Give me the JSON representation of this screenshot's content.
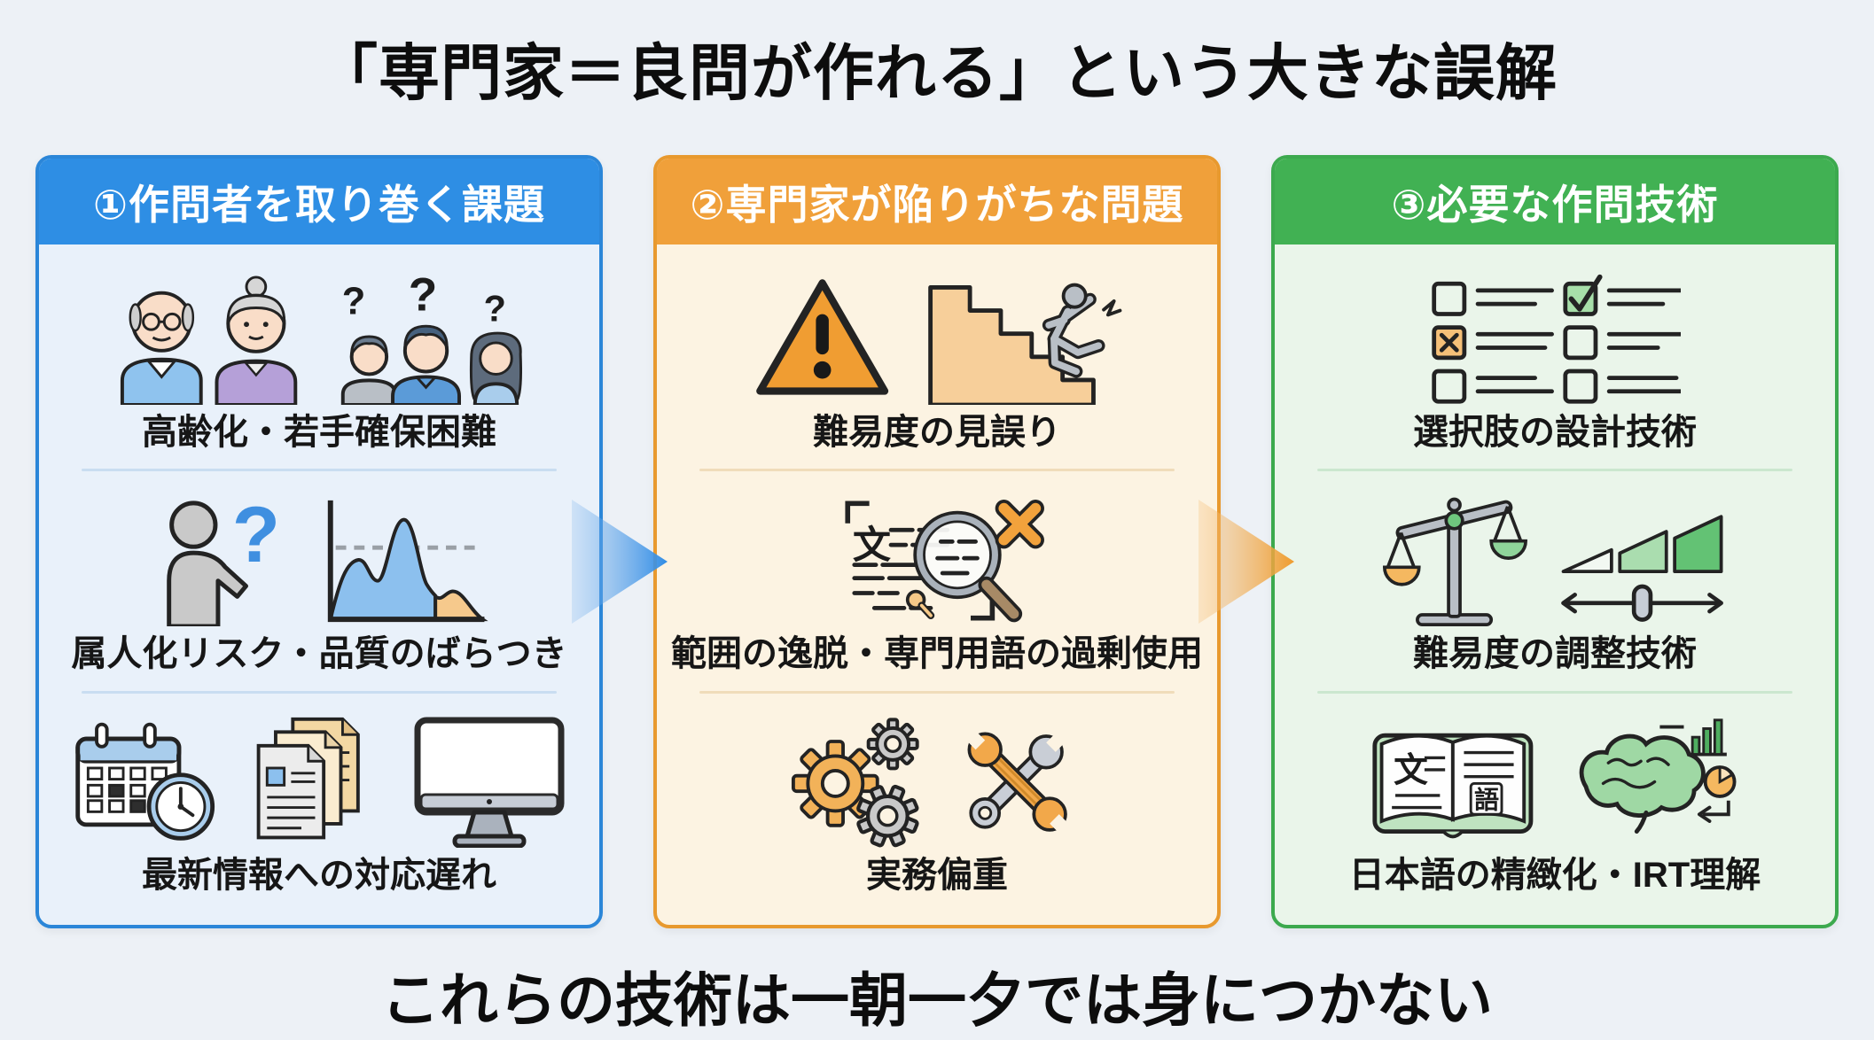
{
  "page": {
    "title": "「専門家＝良問が作れる」という大きな誤解",
    "footer": "これらの技術は一朝一夕では身につかない",
    "background": "#edf1f6"
  },
  "glyphs": {
    "question_mark": "?",
    "doc_char": "文",
    "book_left_char": "文",
    "book_right_char": "語"
  },
  "columns": [
    {
      "id": "challenges",
      "header": "①作問者を取り巻く課題",
      "accent": "#2e8ee4",
      "body_bg": "#e9f1fa",
      "items": [
        {
          "label": "高齢化・若手確保困難",
          "icons": [
            "elderly-couple-icon",
            "young-people-question-icon"
          ]
        },
        {
          "label": "属人化リスク・品質のばらつき",
          "icons": [
            "person-question-icon",
            "distribution-chart-icon"
          ]
        },
        {
          "label": "最新情報への対応遅れ",
          "icons": [
            "calendar-clock-icon",
            "documents-icon",
            "monitor-icon"
          ]
        }
      ]
    },
    {
      "id": "expert-pitfalls",
      "header": "②専門家が陥りがちな問題",
      "accent": "#f0a03a",
      "body_bg": "#fcf3e2",
      "items": [
        {
          "label": "難易度の見誤り",
          "icons": [
            "warning-triangle-icon",
            "stairs-fall-icon"
          ]
        },
        {
          "label": "範囲の逸脱・専門用語の過剰使用",
          "icons": [
            "document-magnifier-icon"
          ]
        },
        {
          "label": "実務偏重",
          "icons": [
            "gears-icon",
            "wrenches-icon"
          ]
        }
      ]
    },
    {
      "id": "required-skills",
      "header": "③必要な作問技術",
      "accent": "#41b153",
      "body_bg": "#eaf5ea",
      "items": [
        {
          "label": "選択肢の設計技術",
          "icons": [
            "checklist-icon"
          ]
        },
        {
          "label": "難易度の調整技術",
          "icons": [
            "balance-scale-icon",
            "difficulty-slider-icon"
          ]
        },
        {
          "label": "日本語の精緻化・IRT理解",
          "icons": [
            "open-book-icon",
            "brain-analytics-icon"
          ]
        }
      ]
    }
  ]
}
